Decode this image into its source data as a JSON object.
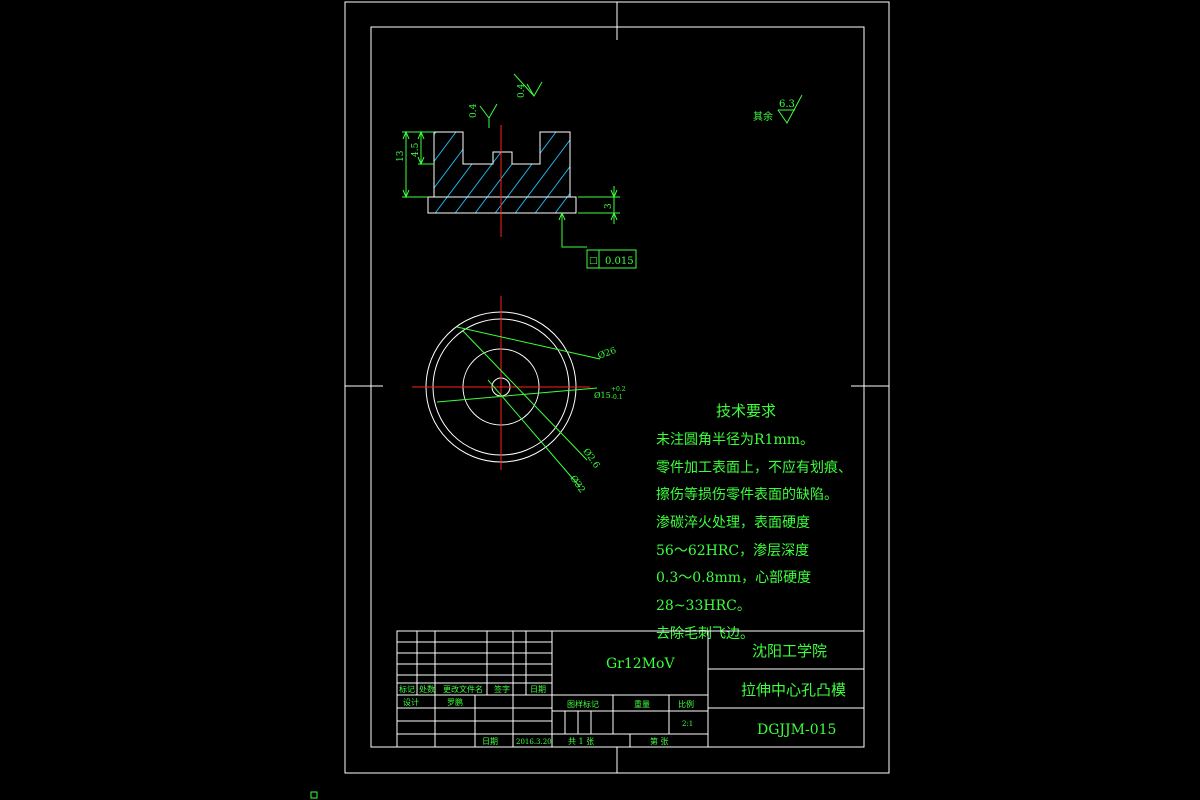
{
  "technical_requirements": {
    "title": "技术要求",
    "lines": [
      "未注圆角半径为R1mm。",
      "零件加工表面上，不应有划痕、",
      "擦伤等损伤零件表面的缺陷。",
      "渗碳淬火处理，表面硬度",
      "56～62HRC，渗层深度",
      "0.3～0.8mm，心部硬度",
      "28~33HRC。",
      "去除毛刺飞边。"
    ]
  },
  "roughness_other": {
    "label": "其余",
    "value": "6.3"
  },
  "section_view": {
    "roughness_1": "0.4",
    "roughness_2": "0.4",
    "dim_height": "13",
    "dim_step": "4.5",
    "dim_base": "3",
    "tolerance_value": "0.015",
    "tolerance_symbol": "□"
  },
  "top_view": {
    "dim_1": "Ø26",
    "dim_2": "Ø15",
    "dim_2_tol_upper": "+0.2",
    "dim_2_tol_lower": "-0.1",
    "dim_3": "Ø2.6",
    "dim_4": "Ø32"
  },
  "title_block": {
    "material": "Gr12MoV",
    "school": "沈阳工学院",
    "part_name": "拉伸中心孔凸模",
    "drawing_no": "DGJJM-015",
    "col_mark": "标记",
    "col_count": "处数",
    "col_file": "更改文件名",
    "col_sign": "签字",
    "col_date": "日期",
    "design_label": "设计",
    "designer": "罗鹏",
    "date_label": "日期",
    "date_value": "2016.3.20",
    "stage_label": "图样标记",
    "weight_label": "重量",
    "scale_label": "比例",
    "scale_value": "2:1",
    "sheet_total": "共 1 张",
    "sheet_no": "第 张"
  }
}
